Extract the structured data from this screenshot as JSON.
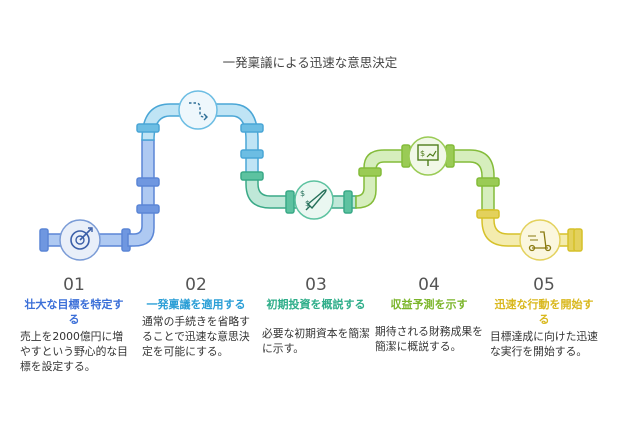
{
  "title": "一発稟議による迅速な意思決定",
  "steps": [
    {
      "number": "01",
      "heading": "壮大な目標を特定する",
      "description": "売上を2000億円に増やすという野心的な目標を設定する。",
      "color": "#3b6fd8",
      "icon": "target-icon"
    },
    {
      "number": "02",
      "heading": "一発稟議を適用する",
      "description": "通常の手続きを省略することで迅速な意思決定を可能にする。",
      "color": "#2a9ed6",
      "icon": "dashed-path-icon"
    },
    {
      "number": "03",
      "heading": "初期投資を概説する",
      "description": "必要な初期資本を簡潔に示す。",
      "color": "#2fae8a",
      "icon": "rocket-money-icon"
    },
    {
      "number": "04",
      "heading": "収益予測を示す",
      "description": "期待される財務成果を簡潔に概説する。",
      "color": "#7bb52a",
      "icon": "presentation-chart-icon"
    },
    {
      "number": "05",
      "heading": "迅速な行動を開始する",
      "description": "目標達成に向けた迅速な実行を開始する。",
      "color": "#d9c21e",
      "icon": "scooter-speed-icon"
    }
  ]
}
